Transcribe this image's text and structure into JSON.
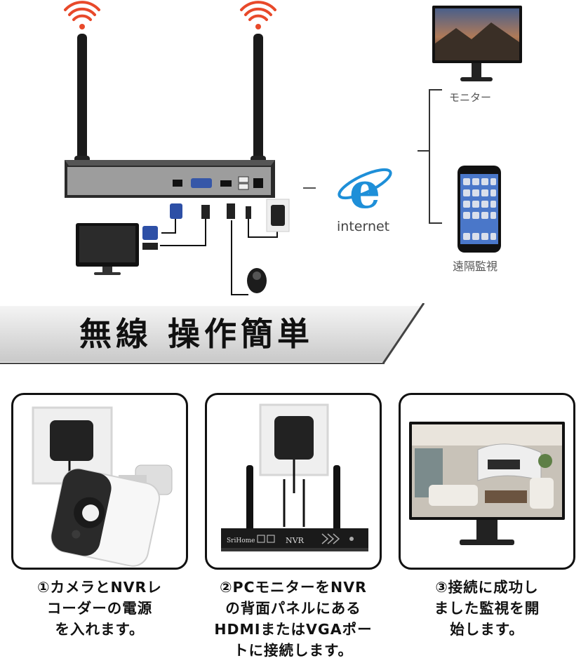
{
  "diagram": {
    "monitor_label": "モニター",
    "remote_label": "遠隔監視",
    "internet_label": "internet",
    "internet_icon": "internet-explorer-icon",
    "wifi_color": "#e8492a",
    "ie_color": "#1e8fd8"
  },
  "banner": {
    "title": "無線 操作簡単"
  },
  "steps": [
    {
      "lines": [
        "①カメラとNVRレ",
        "コーダーの電源",
        "を入れます。"
      ],
      "scene": "camera-with-adapter"
    },
    {
      "lines": [
        "②PCモニターをNVR",
        "の背面パネルにある",
        "HDMIまたはVGAポー",
        "トに接続します。"
      ],
      "scene": "nvr-with-adapter",
      "nvr_brand": "SriHome",
      "nvr_text": "NVR"
    },
    {
      "lines": [
        "③接続に成功し",
        "ました監視を開",
        "始します。"
      ],
      "scene": "monitor-living-room"
    }
  ]
}
